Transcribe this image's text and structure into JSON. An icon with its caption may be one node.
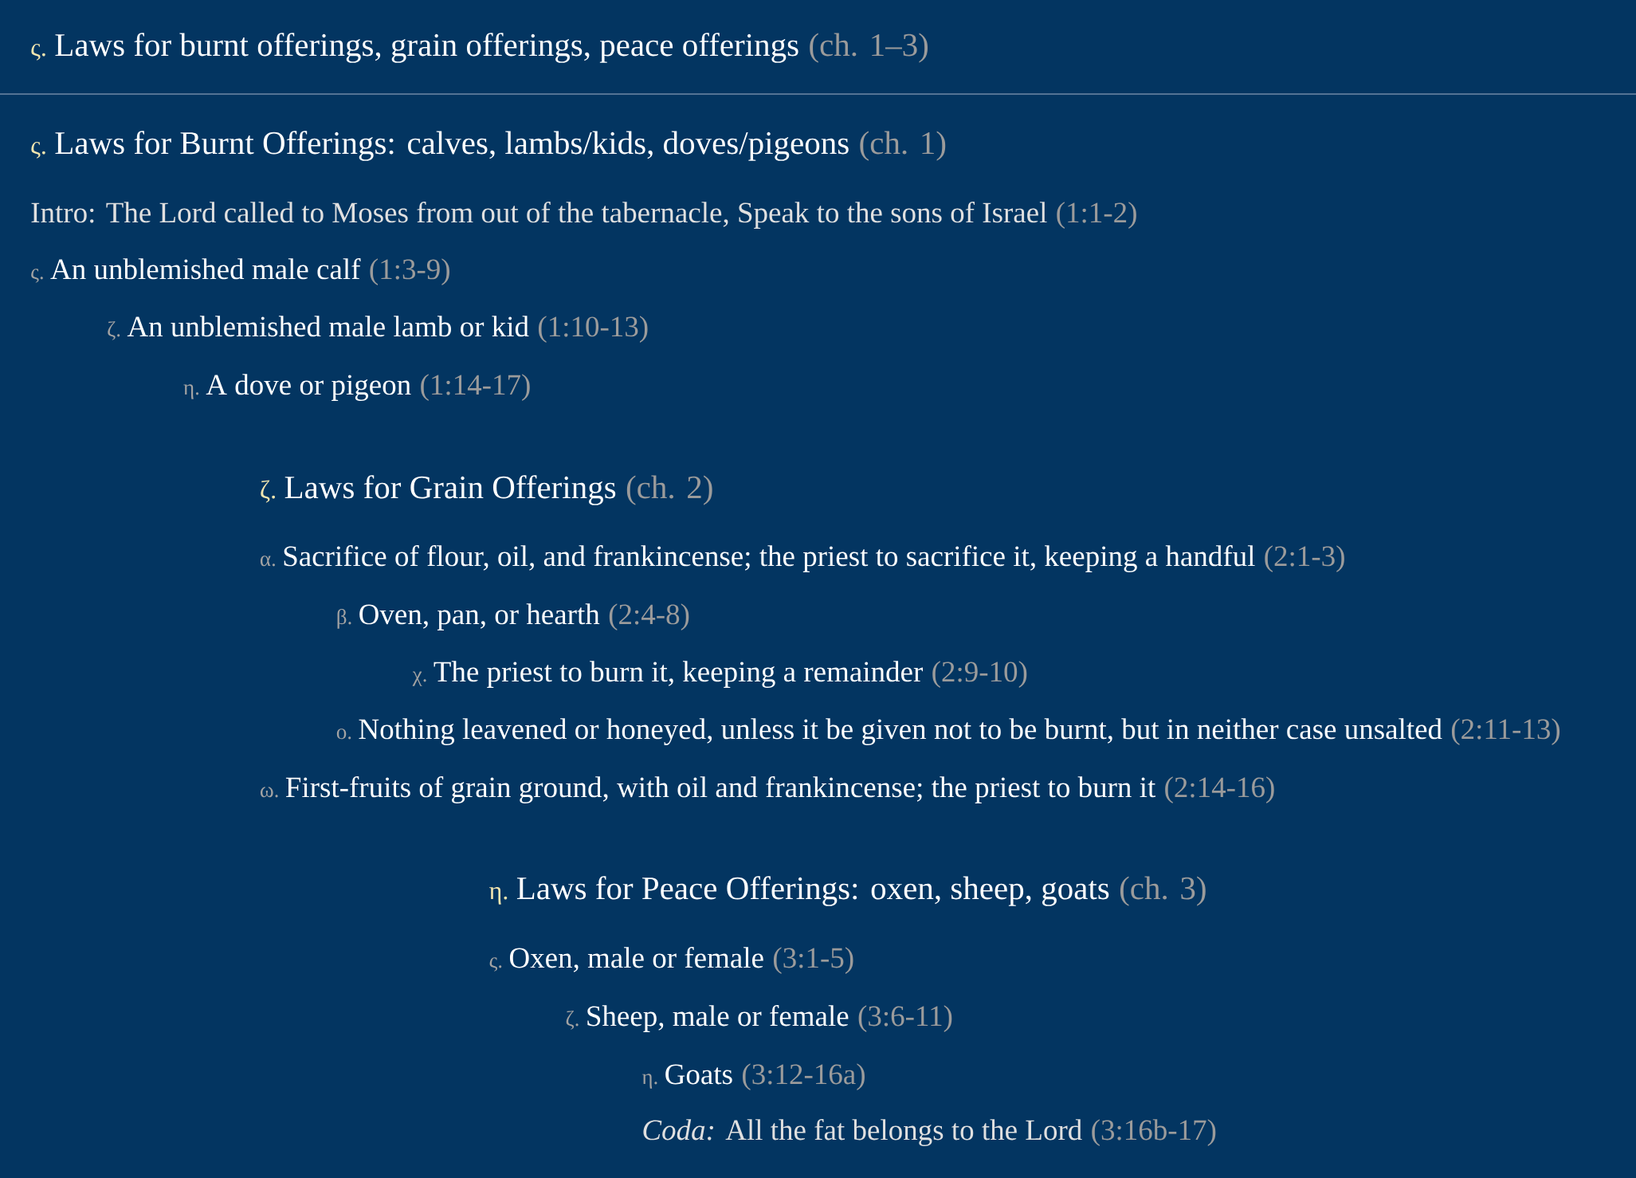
{
  "diagram": {
    "labels": [
      "ς.",
      "Laws for burnt offerings, grain offerings, peace offerings",
      "(ch. 1–3)",
      "ς.",
      "Laws for Burnt Offerings: calves, lambs/kids, doves/pigeons",
      "(ch. 1)",
      "Intro: The Lord called to Moses from out of the tabernacle, Speak to the sons of Israel",
      "(1:1-2)",
      "ς.",
      "An unblemished male calf",
      "(1:3-9)",
      "ζ.",
      "An unblemished male lamb or kid",
      "(1:10-13)",
      "η.",
      "A dove or pigeon",
      "(1:14-17)",
      "ζ.",
      "Laws for Grain Offerings",
      "(ch. 2)",
      "α.",
      "Sacrifice of flour, oil, and frankincense; the priest to sacrifice it, keeping a handful",
      "(2:1-3)",
      "β.",
      "Oven, pan, or hearth",
      "(2:4-8)",
      "χ.",
      "The priest to burn it, keeping a remainder",
      "(2:9-10)",
      "ο.",
      "Nothing leavened or honeyed, unless it be given not to be burnt, but in neither case unsalted",
      "(2:11-13)",
      "ω.",
      "First-fruits of grain ground, with oil and frankincense; the priest to burn it",
      "(2:14-16)",
      "η.",
      "Laws for Peace Offerings: oxen, sheep, goats",
      "(ch. 3)",
      "ς.",
      "Oxen, male or female",
      "(3:1-5)",
      "ζ.",
      "Sheep, male or female",
      "(3:6-11)",
      "η.",
      "Goats",
      "(3:12-16a)",
      "*Coda:* All the fat belongs to the Lord",
      "(3:16b-17)"
    ]
  }
}
